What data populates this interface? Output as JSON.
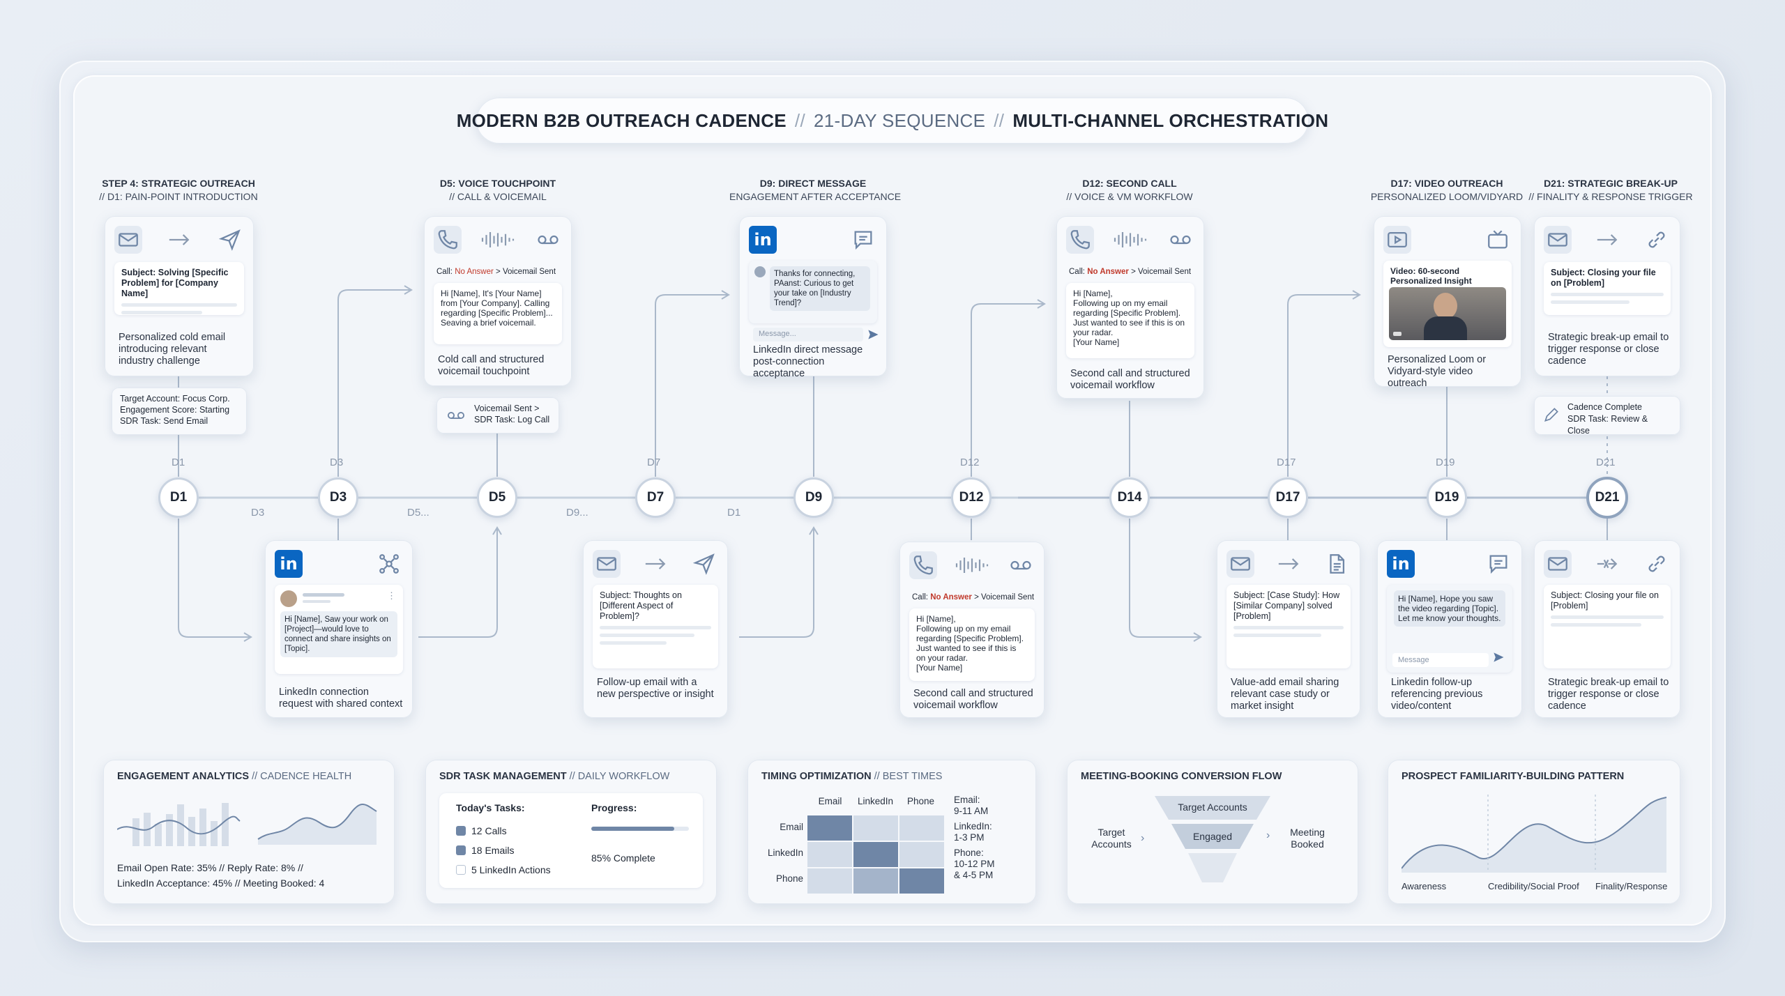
{
  "title": {
    "part1": "MODERN B2B OUTREACH CADENCE",
    "sep": "//",
    "part2": "21-DAY SEQUENCE",
    "part3": "MULTI-CHANNEL ORCHESTRATION"
  },
  "headers": [
    {
      "h1": "STEP 4: STRATEGIC OUTREACH",
      "h2": "// D1: PAIN-POINT INTRODUCTION"
    },
    {
      "h1": "D5: VOICE TOUCHPOINT",
      "h2": "// CALL & VOICEMAIL"
    },
    {
      "h1": "D9: DIRECT MESSAGE",
      "h2": "ENGAGEMENT AFTER ACCEPTANCE"
    },
    {
      "h1": "D12: SECOND CALL",
      "h2": "// VOICE & VM WORKFLOW"
    },
    {
      "h1": "D17: VIDEO OUTREACH",
      "h2": "PERSONALIZED LOOM/VIDYARD"
    },
    {
      "h1": "D21: STRATEGIC BREAK-UP",
      "h2": "// FINALITY & RESPONSE TRIGGER"
    }
  ],
  "top_cards": {
    "d1": {
      "subject": "Subject: Solving [Specific Problem] for [Company Name]",
      "desc": "Personalized cold email introducing relevant industry challenge"
    },
    "d5": {
      "call": "Call:",
      "no_answer": "No Answer",
      "vm": "> Voicemail Sent",
      "script": "Hi [Name], It's [Your Name] from [Your Company]. Calling regarding [Specific Problem]... Seaving a brief voicemail.",
      "desc": "Cold call and structured voicemail touchpoint"
    },
    "d9": {
      "msg": "Thanks for connecting, PAanst: Curious to get your take on [Industry Trend]?",
      "placeholder": "Message...",
      "desc": "LinkedIn direct message post-connection acceptance"
    },
    "d12": {
      "call": "Call:",
      "no_answer": "No Answer",
      "vm": "> Voicemail Sent",
      "script1": "Hi [Name],",
      "script2": "Following up on my email regarding [Specific Problem]. Just wanted to see if this is on your radar.",
      "script3": "[Your Name]",
      "desc": "Second call and structured voicemail workflow"
    },
    "d17": {
      "video_title": "Video: 60-second Personalized Insight",
      "desc": "Personalized Loom or Vidyard-style video outreach"
    },
    "d21": {
      "subject": "Subject: Closing your file on [Problem]",
      "desc": "Strategic break-up email to trigger response or close cadence"
    }
  },
  "status_boxes": {
    "d1": {
      "l1": "Target Account: Focus Corp.",
      "l2": "Engagement Score: Starting",
      "l3": "SDR Task: Send Email"
    },
    "d5": {
      "l1": "Voicemail Sent >",
      "l2": "SDR Task: Log Call"
    },
    "d21": {
      "l1": "Cadence Complete",
      "l2": "SDR Task: Review & Close"
    }
  },
  "timeline": {
    "nodes": [
      "D1",
      "D3",
      "D5",
      "D7",
      "D9",
      "D12",
      "D14",
      "D17",
      "D19",
      "D21"
    ],
    "above_labels": [
      "D1",
      "D3",
      "D7",
      "D12",
      "D17",
      "D19",
      "D21"
    ],
    "between_labels": [
      "D3",
      "D5...",
      "D9...",
      "D1"
    ]
  },
  "bottom_cards": {
    "d3": {
      "msg": "Hi [Name], Saw your work on [Project]—would love to connect and share insights on [Topic].",
      "desc": "LinkedIn connection request with shared context"
    },
    "d7": {
      "subject": "Subject: Thoughts on [Different Aspect of Problem]?",
      "desc": "Follow-up email with a new perspective or insight"
    },
    "d14": {
      "call": "Call:",
      "no_answer": "No Answer",
      "vm": "> Voicemail Sent",
      "script1": "Hi [Name],",
      "script2": "Following up on my email regarding [Specific Problem]. Just wanted to see if this is on your radar.",
      "script3": "[Your Name]",
      "desc": "Second call and structured voicemail workflow"
    },
    "d17b": {
      "subject": "Subject: [Case Study]: How [Similar Company] solved [Problem]",
      "desc": "Value-add email sharing relevant case study or market insight"
    },
    "d19": {
      "msg": "Hi [Name], Hope you saw the video regarding [Topic]. Let me know your thoughts.",
      "placeholder": "Message",
      "desc": "Linkedin follow-up referencing previous video/content"
    },
    "d21b": {
      "subject": "Subject: Closing your file on [Problem]",
      "desc": "Strategic break-up email to trigger response or close cadence"
    }
  },
  "panels": {
    "analytics": {
      "title_b": "ENGAGEMENT ANALYTICS",
      "title_g": "// CADENCE HEALTH",
      "line1": "Email Open Rate: 35%  //  Reply Rate: 8%  //",
      "line2": "LinkedIn Acceptance: 45%  //  Meeting Booked: 4"
    },
    "tasks": {
      "title_b": "SDR TASK MANAGEMENT",
      "title_g": "// DAILY WORKFLOW",
      "heading": "Today's Tasks:",
      "items": [
        "12 Calls",
        "18 Emails",
        "5 LinkedIn Actions"
      ],
      "checked": [
        true,
        true,
        false
      ],
      "progress_label": "Progress:",
      "progress_text": "85% Complete",
      "progress": 0.85
    },
    "timing": {
      "title_b": "TIMING OPTIMIZATION",
      "title_g": "// BEST TIMES",
      "cols": [
        "Email",
        "LinkedIn",
        "Phone"
      ],
      "rows": [
        "Email",
        "LinkedIn",
        "Phone"
      ],
      "notes": [
        "Email:",
        "9-11 AM",
        "LinkedIn:",
        "1-3 PM",
        "Phone:",
        "10-12 PM",
        "& 4-5 PM"
      ]
    },
    "funnel": {
      "title_b": "MEETING-BOOKING CONVERSION FLOW",
      "left": "Target Accounts",
      "top": "Target Accounts",
      "mid": "Engaged",
      "right": "Meeting Booked"
    },
    "pattern": {
      "title_b": "PROSPECT FAMILIARITY-BUILDING PATTERN",
      "labels": [
        "Awareness",
        "Credibility/Social Proof",
        "Finality/Response"
      ]
    }
  },
  "colors": {
    "accent": "#0a66c2",
    "line": "#aab8ca",
    "heat_dark": "#6f86a6",
    "heat_mid": "#a4b4ca",
    "heat_light": "#d3dce8",
    "red": "#c0392b"
  }
}
